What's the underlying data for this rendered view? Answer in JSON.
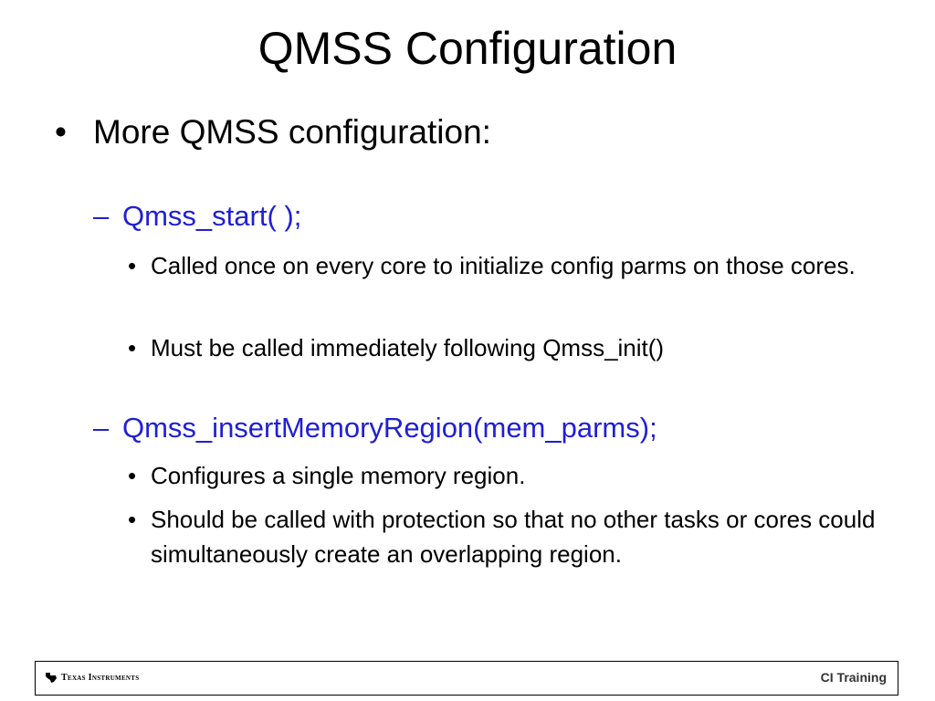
{
  "slide": {
    "title": "QMSS Configuration",
    "bullet_main": "More QMSS configuration:",
    "sections": [
      {
        "heading": "Qmss_start( );",
        "points": [
          "Called once on every core to initialize config parms on those cores.",
          "Must be called immediately following Qmss_init()"
        ]
      },
      {
        "heading": "Qmss_insertMemoryRegion(mem_parms);",
        "points": [
          "Configures a single memory region.",
          "Should be called with protection so that no other tasks or cores could simultaneously create an overlapping region."
        ]
      }
    ]
  },
  "footer": {
    "company": "Texas Instruments",
    "label": "CI Training"
  },
  "colors": {
    "heading": "#1f1fd6"
  },
  "icons": {
    "logo": "texas-state-icon"
  }
}
